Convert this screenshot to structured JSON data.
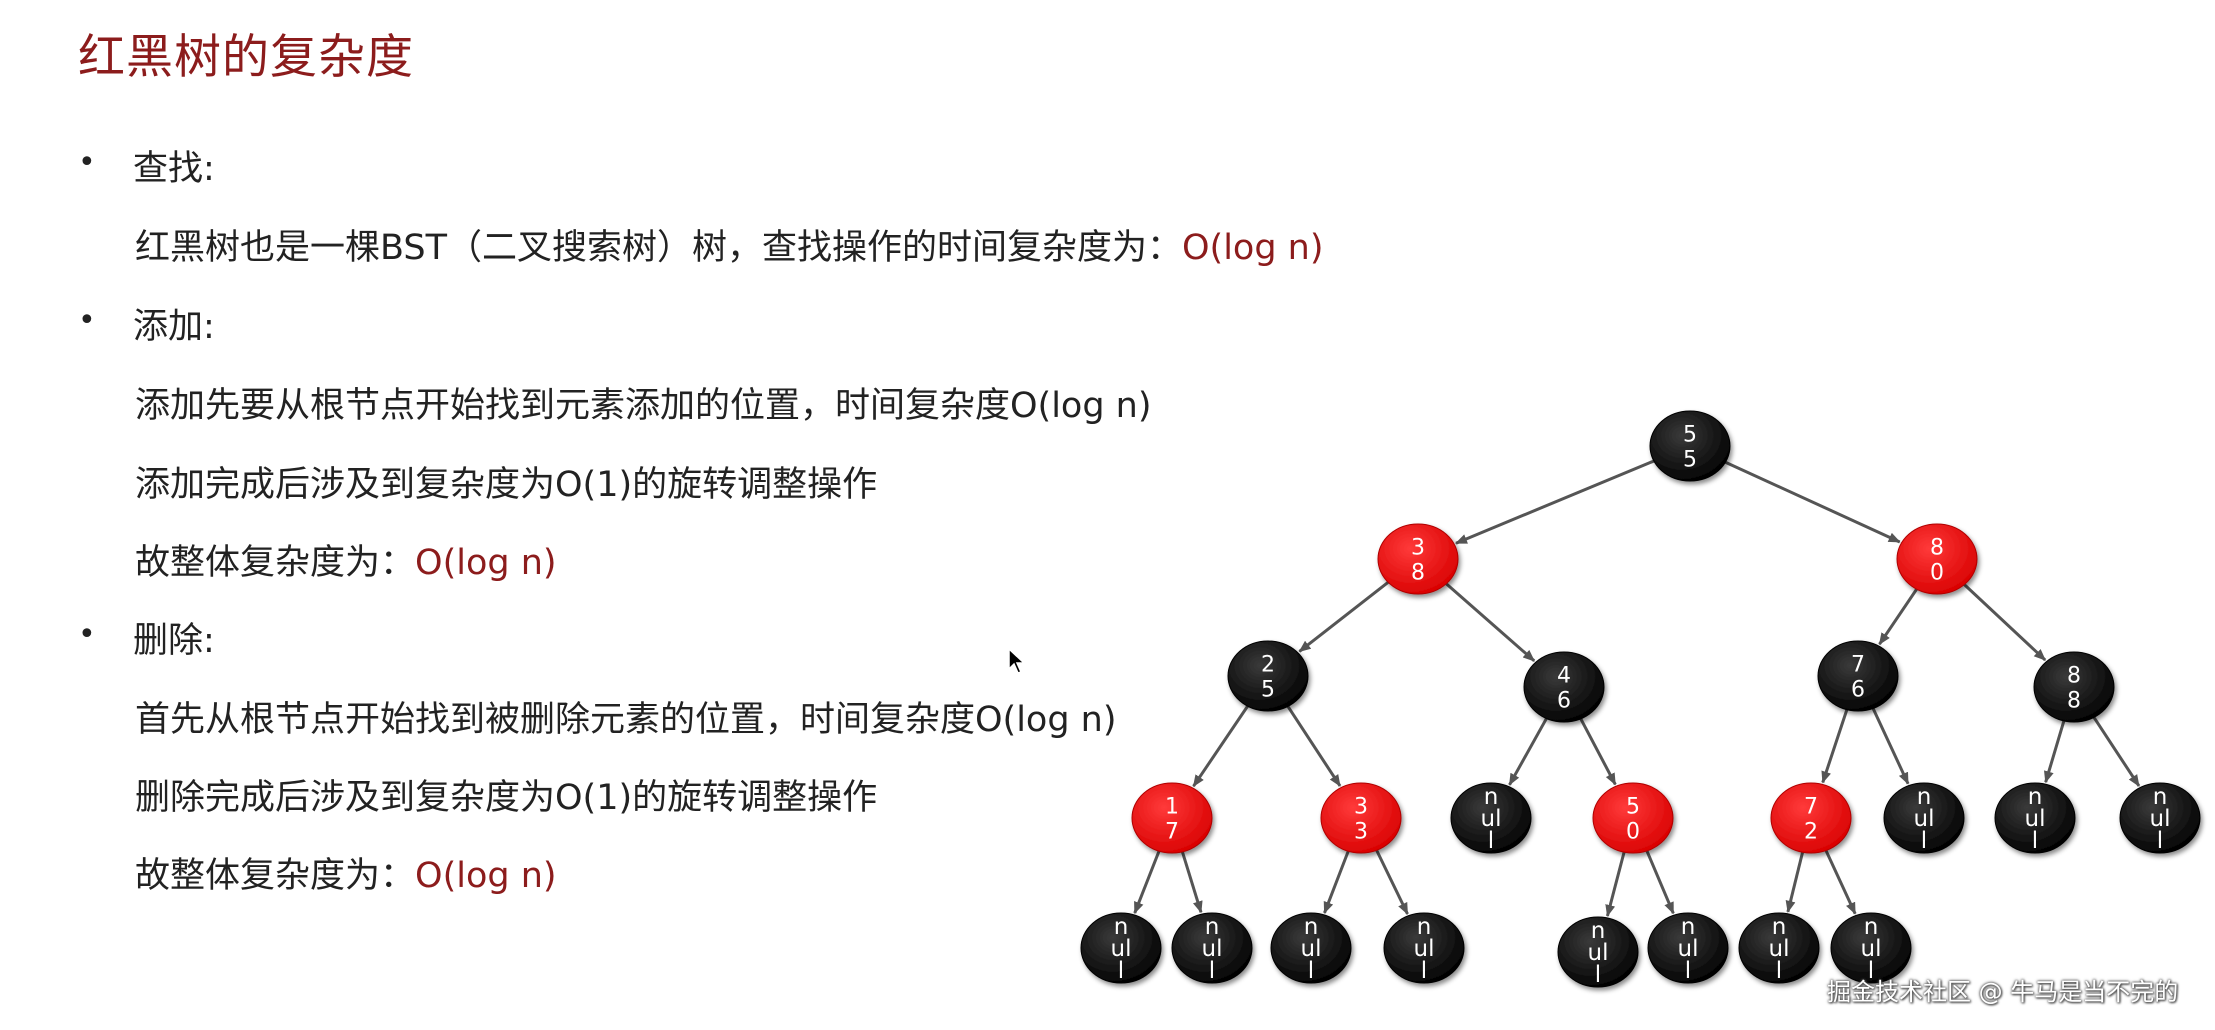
{
  "title": "红黑树的复杂度",
  "sections": [
    {
      "head": "查找:",
      "lines": [
        {
          "text": "红黑树也是一棵BST（二叉搜索树）树，查找操作的时间复杂度为：",
          "highlight": "O(log n)"
        }
      ]
    },
    {
      "head": "添加:",
      "lines": [
        {
          "text": "添加先要从根节点开始找到元素添加的位置，时间复杂度O(log n)",
          "highlight": ""
        },
        {
          "text": "添加完成后涉及到复杂度为O(1)的旋转调整操作",
          "highlight": ""
        },
        {
          "text": "故整体复杂度为：",
          "highlight": "O(log n)"
        }
      ]
    },
    {
      "head": "删除:",
      "lines": [
        {
          "text": "首先从根节点开始找到被删除元素的位置，时间复杂度O(log n)",
          "highlight": ""
        },
        {
          "text": "删除完成后涉及到复杂度为O(1)的旋转调整操作",
          "highlight": ""
        },
        {
          "text": "故整体复杂度为：",
          "highlight": "O(log n)"
        }
      ]
    }
  ],
  "tree": {
    "colors": {
      "red": "#ee1111",
      "black": "#0a0a0a",
      "edge": "#555555"
    },
    "nodes": [
      {
        "id": "n55",
        "label": "55",
        "color": "black"
      },
      {
        "id": "n38",
        "label": "38",
        "color": "red"
      },
      {
        "id": "n80",
        "label": "80",
        "color": "red"
      },
      {
        "id": "n25",
        "label": "25",
        "color": "black"
      },
      {
        "id": "n46",
        "label": "46",
        "color": "black"
      },
      {
        "id": "n76",
        "label": "76",
        "color": "black"
      },
      {
        "id": "n88",
        "label": "88",
        "color": "black"
      },
      {
        "id": "n17",
        "label": "17",
        "color": "red"
      },
      {
        "id": "n33",
        "label": "33",
        "color": "red"
      },
      {
        "id": "nil46l",
        "label": "null",
        "color": "black"
      },
      {
        "id": "n50",
        "label": "50",
        "color": "red"
      },
      {
        "id": "n72",
        "label": "72",
        "color": "red"
      },
      {
        "id": "nil76r",
        "label": "null",
        "color": "black"
      },
      {
        "id": "nil88l",
        "label": "null",
        "color": "black"
      },
      {
        "id": "nil88r",
        "label": "null",
        "color": "black"
      },
      {
        "id": "nil17l",
        "label": "null",
        "color": "black"
      },
      {
        "id": "nil17r",
        "label": "null",
        "color": "black"
      },
      {
        "id": "nil33l",
        "label": "null",
        "color": "black"
      },
      {
        "id": "nil33r",
        "label": "null",
        "color": "black"
      },
      {
        "id": "nil50l",
        "label": "null",
        "color": "black"
      },
      {
        "id": "nil50r",
        "label": "null",
        "color": "black"
      },
      {
        "id": "nil72l",
        "label": "null",
        "color": "black"
      },
      {
        "id": "nil72r",
        "label": "null",
        "color": "black"
      }
    ],
    "edges": [
      [
        "n55",
        "n38"
      ],
      [
        "n55",
        "n80"
      ],
      [
        "n38",
        "n25"
      ],
      [
        "n38",
        "n46"
      ],
      [
        "n80",
        "n76"
      ],
      [
        "n80",
        "n88"
      ],
      [
        "n25",
        "n17"
      ],
      [
        "n25",
        "n33"
      ],
      [
        "n46",
        "nil46l"
      ],
      [
        "n46",
        "n50"
      ],
      [
        "n76",
        "n72"
      ],
      [
        "n76",
        "nil76r"
      ],
      [
        "n88",
        "nil88l"
      ],
      [
        "n88",
        "nil88r"
      ],
      [
        "n17",
        "nil17l"
      ],
      [
        "n17",
        "nil17r"
      ],
      [
        "n33",
        "nil33l"
      ],
      [
        "n33",
        "nil33r"
      ],
      [
        "n50",
        "nil50l"
      ],
      [
        "n50",
        "nil50r"
      ],
      [
        "n72",
        "nil72l"
      ],
      [
        "n72",
        "nil72r"
      ]
    ]
  },
  "watermark": "掘金技术社区 @ 牛马是当不完的"
}
